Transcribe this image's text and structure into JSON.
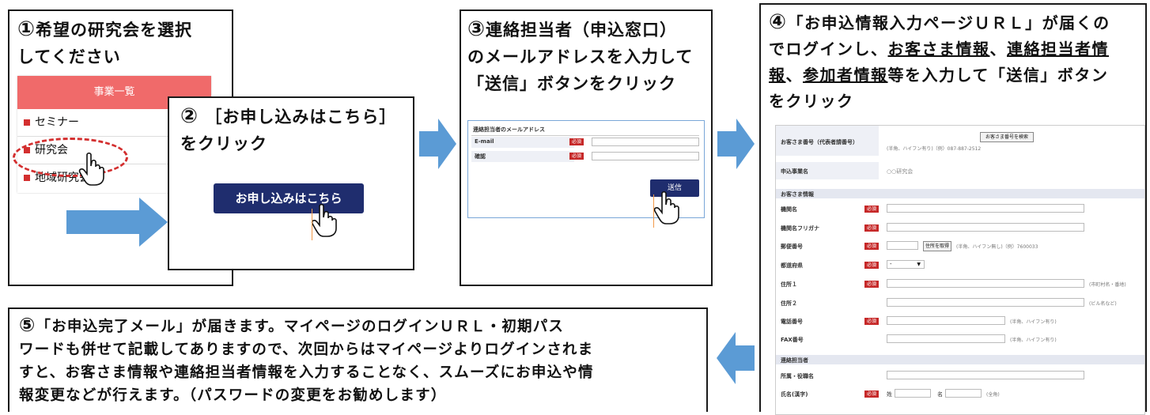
{
  "step1": {
    "number": "①",
    "title_line1": "希望の研究会を選択",
    "title_line2": "してください",
    "menu_header": "事業一覧",
    "menu_items": [
      "セミナー",
      "研究会",
      "地域研究会"
    ]
  },
  "step2": {
    "number": "②",
    "title_line1": "［お申し込みはこちら］",
    "title_line2": "をクリック",
    "button_label": "お申し込みはこちら"
  },
  "step3": {
    "number": "③",
    "title_line1": "連絡担当者（申込窓口）",
    "title_line2": "のメールアドレスを入力して",
    "title_line3": "「送信」ボタンをクリック",
    "form_header": "連絡担当者のメールアドレス",
    "field1_label": "E-mail",
    "field2_label": "確認",
    "required_badge": "必須",
    "submit_label": "送信"
  },
  "step4": {
    "number": "④",
    "title_line1": "「お申込情報入力ページＵＲＬ」が届くの",
    "title_line2_a": "でログインし、",
    "title_line2_b": "お客さま情報",
    "title_line2_c": "、",
    "title_line2_d": "連絡担当者情",
    "title_line3_a": "報",
    "title_line3_b": "、",
    "title_line3_c": "参加者情報",
    "title_line3_d": "等を入力して「送信」ボタン",
    "title_line4": "をクリック",
    "form": {
      "customer_no_label": "お客さま番号（代表者請番号）",
      "customer_search_btn": "お客さま番号を検索",
      "customer_no_hint": "(半角、ハイフン有り)（例）087-887-2512",
      "project_label": "申込事業名",
      "project_value": "○○研究会",
      "section_customer": "お客さま情報",
      "row_org": "機関名",
      "row_org_kana": "機関名フリガナ",
      "row_zip": "郵便番号",
      "zip_btn": "住所を取得",
      "zip_hint": "(半角、ハイフン無し)（例）7600033",
      "row_pref": "都道府県",
      "pref_value": "-",
      "row_addr1": "住所１",
      "addr1_hint": "(市町村名・番地)",
      "row_addr2": "住所２",
      "addr2_hint": "(ビル名など)",
      "row_tel": "電話番号",
      "tel_hint": "(半角、ハイフン有り)",
      "row_fax": "FAX番号",
      "fax_hint": "(半角、ハイフン有り)",
      "section_contact": "連絡担当者",
      "row_dept": "所属・役職名",
      "row_name": "氏名(漢字)",
      "name_sei": "姓",
      "name_mei": "名",
      "name_hint": "(全角)",
      "required_badge": "必須"
    }
  },
  "step5": {
    "number": "⑤",
    "line1": "「お申込完了メール」が届きます。マイページのログインＵＲＬ・初期パス",
    "line2": "ワードも併せて記載してありますので、次回からはマイページよりログインされま",
    "line3": "すと、お客さま情報や連絡担当者情報を入力することなく、スムーズにお申込や情",
    "line4": "報変更などが行えます。（パスワードの変更をお勧めします）"
  },
  "colors": {
    "arrow": "#5b9bd5",
    "menu_header": "#f06a6a",
    "button": "#1f2d6e",
    "required": "#c62828",
    "highlight_oval": "#d32f2f"
  }
}
